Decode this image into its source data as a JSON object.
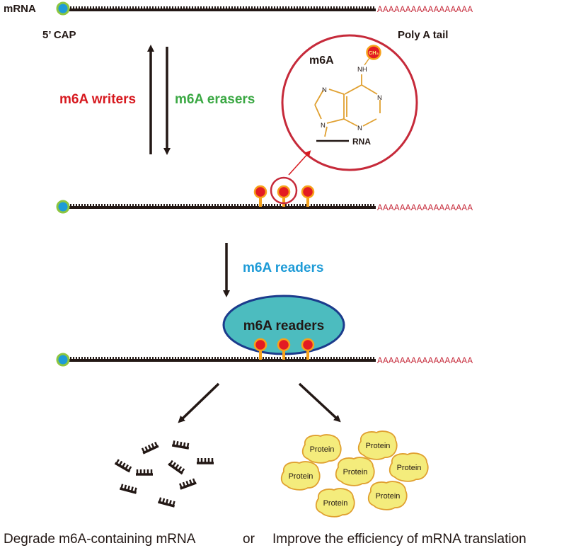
{
  "labels": {
    "mrna": "mRNA",
    "cap": "5’ CAP",
    "polya_tail": "Poly A tail",
    "polya_seq": "AAAAAAAAAAAAAAAAA",
    "writers": "m6A writers",
    "erasers": "m6A erasers",
    "readers_arrow": "m6A readers",
    "readers_protein": "m6A readers",
    "degrade": "Degrade m6A-containing mRNA",
    "or": "or",
    "improve": "Improve the efficiency of mRNA translation"
  },
  "inset": {
    "title": "m6A",
    "methyl": "CH₃",
    "nh": "NH",
    "n": "N",
    "rna": "RNA"
  },
  "protein_label": "Protein",
  "colors": {
    "writers": "#d7191f",
    "erasers": "#3aa843",
    "readers": "#1e9bd7",
    "polya": "#c62a3a",
    "cap_fill": "#1e9bd7",
    "cap_ring": "#8dc63f",
    "m6a_dot": "#e31b23",
    "m6a_ring": "#f7a21b",
    "inset_ring": "#c62a3a",
    "ring_structure": "#e0a030",
    "reader_fill": "#4cbcbf",
    "reader_border": "#1b3b8c",
    "protein_fill": "#f4ec7c",
    "protein_border": "#e0a030"
  }
}
